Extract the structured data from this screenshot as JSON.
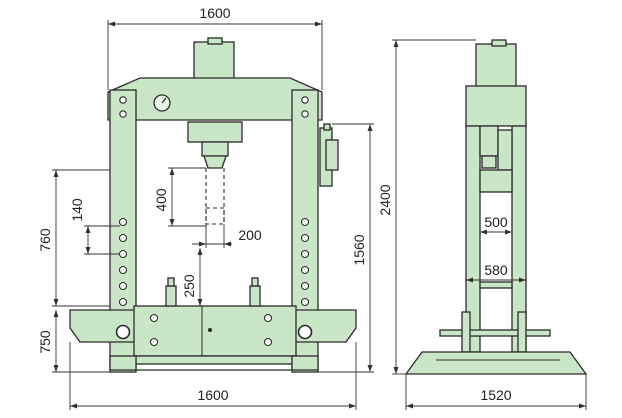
{
  "colors": {
    "machine": "#c9e7c6",
    "outline": "#2b2b2b",
    "dimension": "#333333",
    "background": "#ffffff"
  },
  "dimensions": {
    "front_top_width": "1600",
    "front_bottom_width": "1600",
    "frame_height": "1560",
    "total_height": "2400",
    "lower_section_height": "760",
    "hole_spacing": "140",
    "base_height": "750",
    "ram_stroke": "400",
    "ram_offset": "200",
    "bed_gap": "250",
    "side_top_width": "500",
    "side_bottom_width": "580",
    "side_base_width": "1520"
  }
}
